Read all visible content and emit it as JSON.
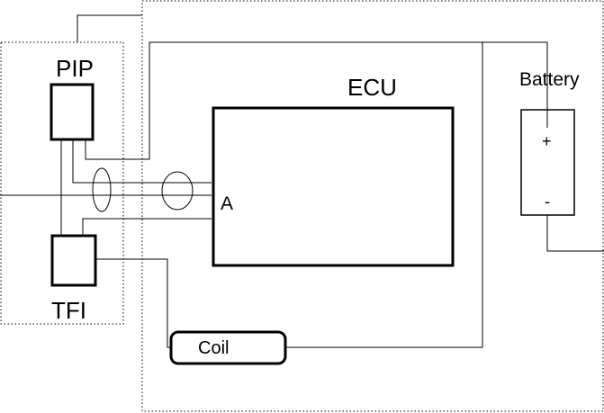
{
  "labels": {
    "pip": "PIP",
    "tfi": "TFI",
    "ecu": "ECU",
    "battery": "Battery",
    "plus": "+",
    "minus": "-",
    "node_a": "A",
    "coil": "Coil"
  }
}
